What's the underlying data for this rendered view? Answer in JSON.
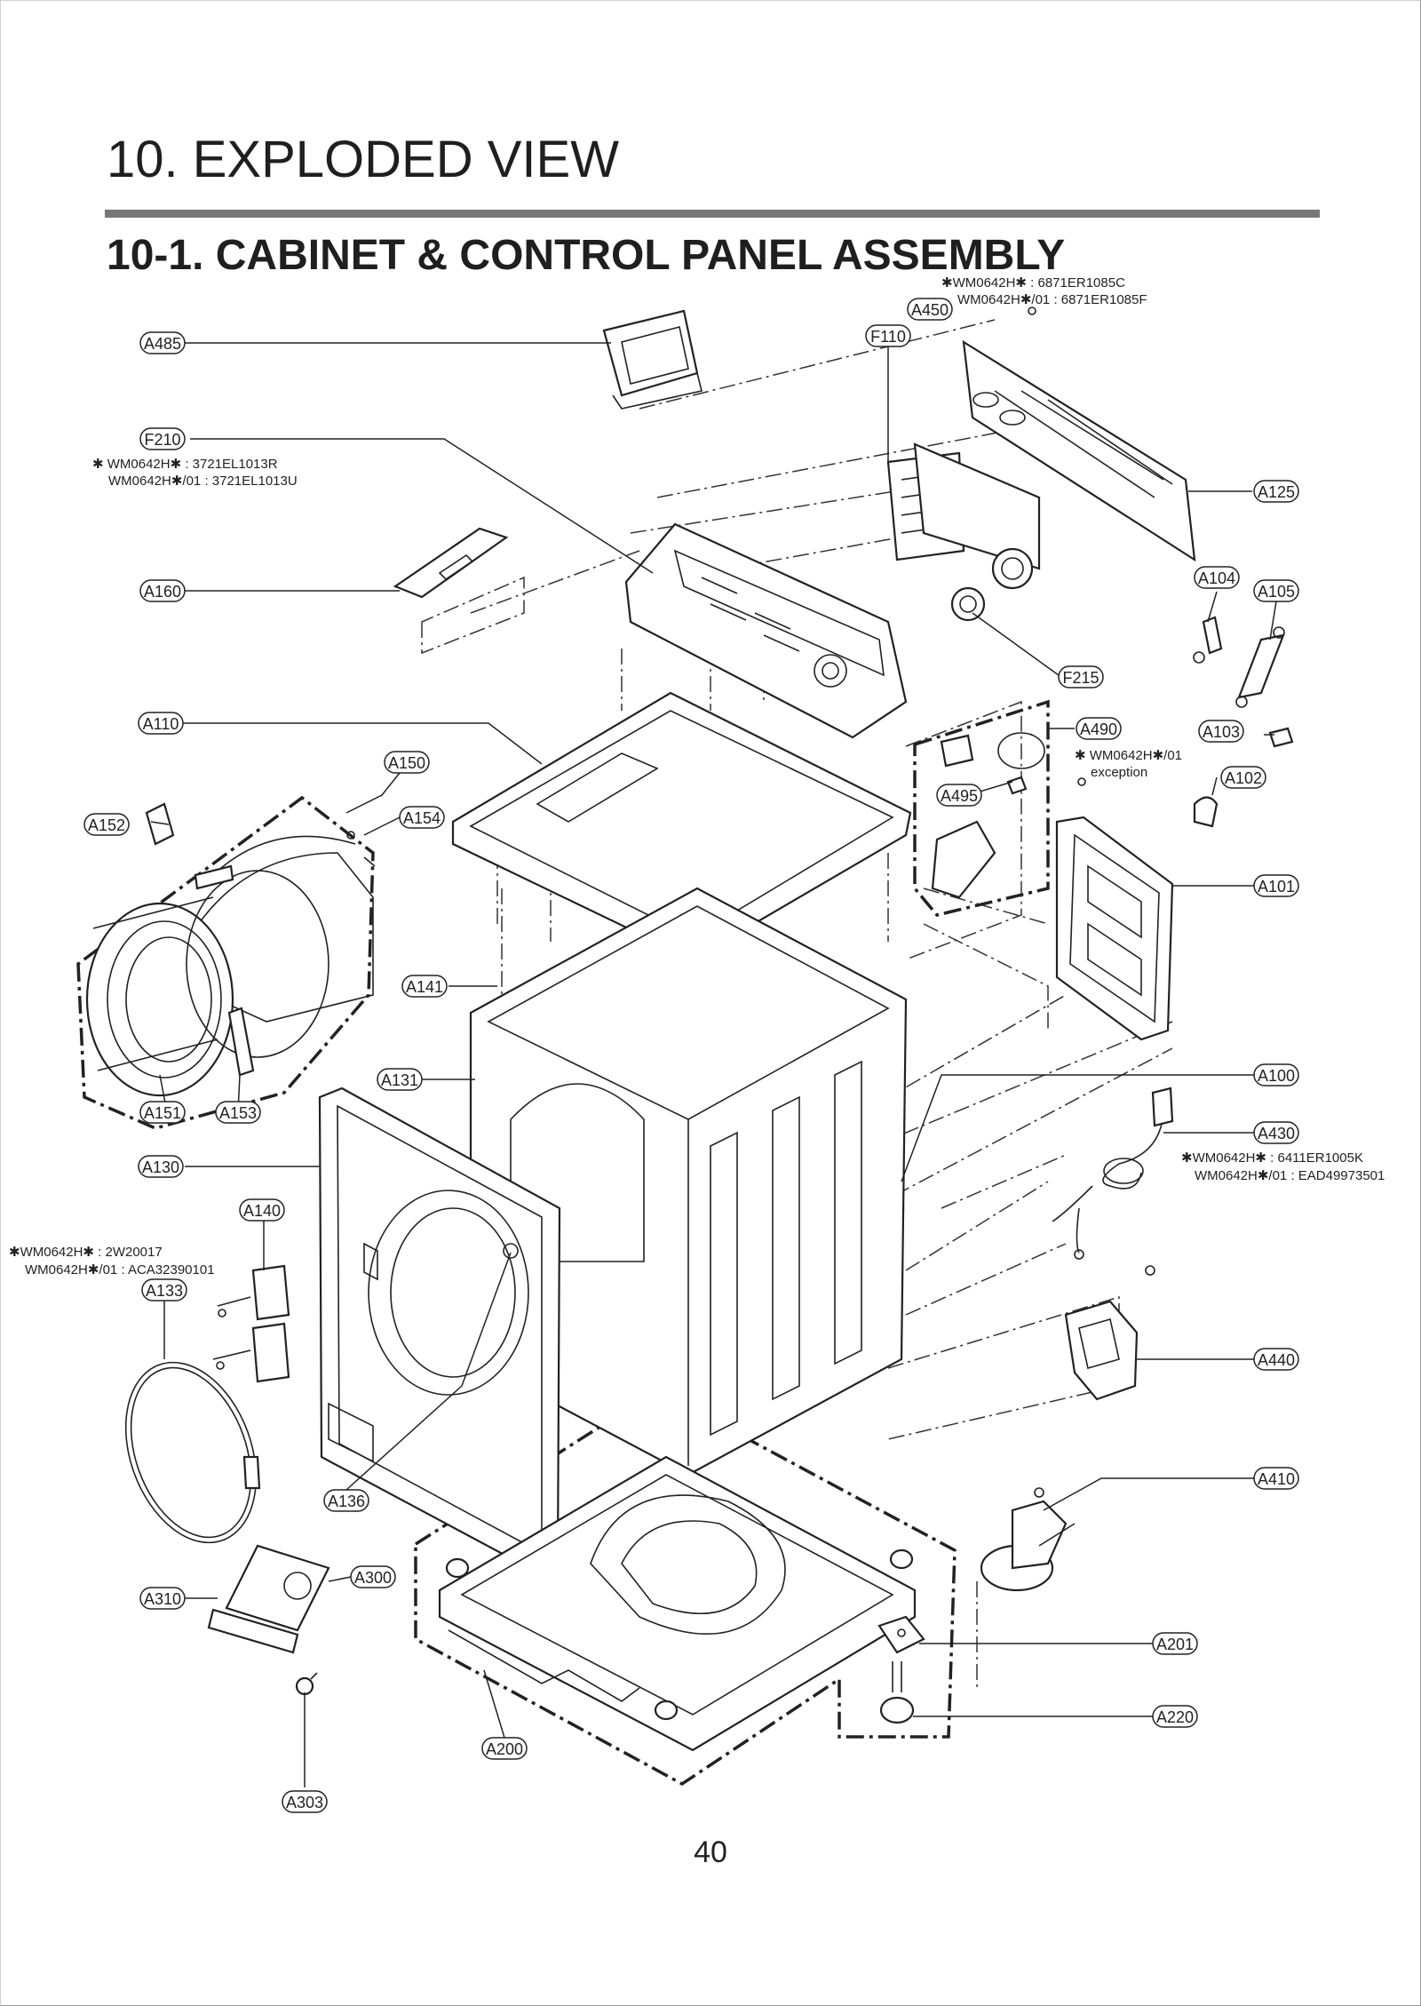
{
  "header": {
    "title": "10. EXPLODED VIEW",
    "subtitle": "10-1. CABINET  & CONTROL PANEL ASSEMBLY"
  },
  "notes": {
    "a450_line1": "✱WM0642H✱ : 6871ER1085C",
    "a450_line2": "WM0642H✱/01 : 6871ER1085F",
    "f210_line1": "✱ WM0642H✱ : 3721EL1013R",
    "f210_line2": "WM0642H✱/01 : 3721EL1013U",
    "a490_line1": "✱ WM0642H✱/01",
    "a490_line2": "exception",
    "a430_line1": "✱WM0642H✱ : 6411ER1005K",
    "a430_line2": "WM0642H✱/01 : EAD49973501",
    "a140_line1": "✱WM0642H✱ : 2W20017",
    "a140_line2": "WM0642H✱/01 :  ACA32390101"
  },
  "callouts": {
    "A485": "A485",
    "A450": "A450",
    "F110": "F110",
    "F210": "F210",
    "A125": "A125",
    "A160": "A160",
    "A104": "A104",
    "A105": "A105",
    "F215": "F215",
    "A110": "A110",
    "A490": "A490",
    "A103": "A103",
    "A150": "A150",
    "A102": "A102",
    "A152": "A152",
    "A154": "A154",
    "A495": "A495",
    "A101": "A101",
    "A141": "A141",
    "A131": "A131",
    "A100": "A100",
    "A151": "A151",
    "A153": "A153",
    "A430": "A430",
    "A130": "A130",
    "A140": "A140",
    "A133": "A133",
    "A440": "A440",
    "A410": "A410",
    "A136": "A136",
    "A300": "A300",
    "A310": "A310",
    "A201": "A201",
    "A220": "A220",
    "A200": "A200",
    "A303": "A303"
  },
  "footer": {
    "page_number": "40"
  }
}
